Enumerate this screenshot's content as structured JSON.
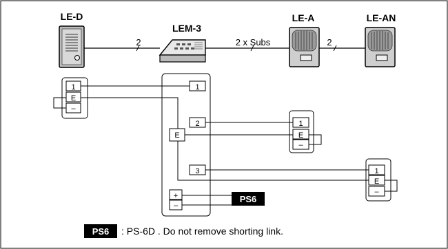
{
  "devices": {
    "le_d": "LE-D",
    "lem_3": "LEM-3",
    "le_a": "LE-A",
    "le_an": "LE-AN"
  },
  "links": {
    "d_to_master": "2",
    "master_to_a": "2 x Subs",
    "a_to_an": "2"
  },
  "terminals": {
    "one": "1",
    "two": "2",
    "three": "3",
    "e": "E",
    "minus": "–",
    "plus": "+"
  },
  "power_supply": "PS6",
  "note": {
    "badge": "PS6",
    "text": ": PS-6D . Do not remove shorting link."
  }
}
